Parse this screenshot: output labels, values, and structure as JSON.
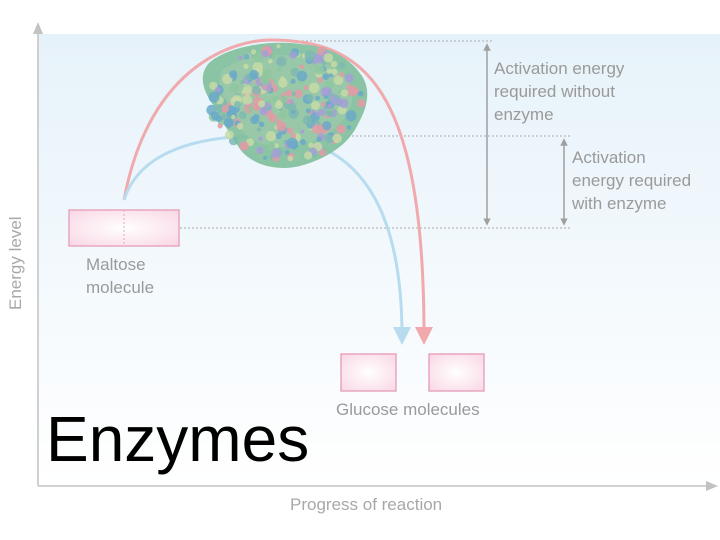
{
  "diagram": {
    "title": "Enzymes",
    "x_axis_label": "Progress of reaction",
    "y_axis_label": "Energy level",
    "reactant_label": [
      "Maltose",
      "molecule"
    ],
    "product_label": "Glucose molecules",
    "activation_without_label": [
      "Activation energy",
      "required without",
      "enzyme"
    ],
    "activation_with_label": [
      "Activation",
      "energy required",
      "with enzyme"
    ],
    "enzyme_image": "enzyme-molecule-3d-model",
    "colors": {
      "uncatalyzed_path": "#f0a9ac",
      "catalyzed_path": "#b7dcef",
      "molecule_fill": "#fbe6ef",
      "molecule_border": "#e8a6c0",
      "axis": "#c2c2c2",
      "background_panel": "#eef6fb"
    }
  }
}
